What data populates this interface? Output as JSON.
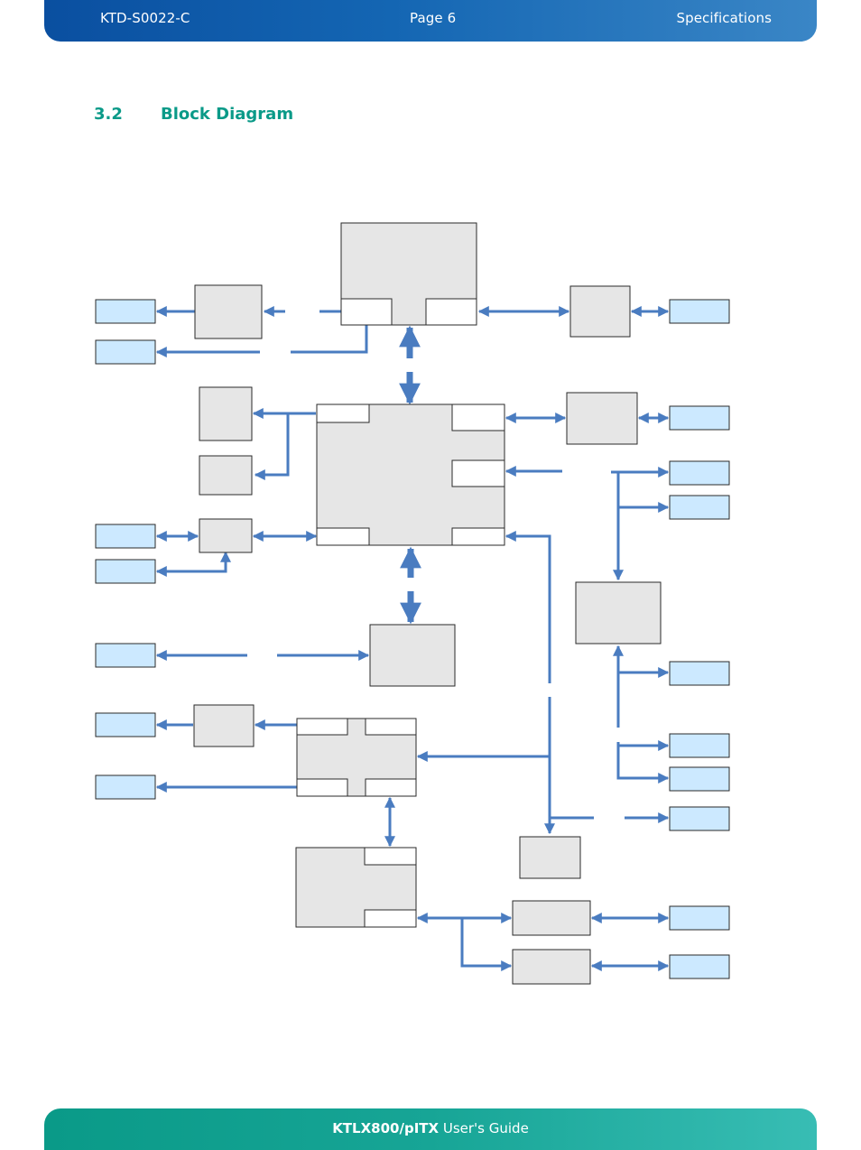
{
  "header": {
    "doc_id": "KTD-S0022-C",
    "page": "Page 6",
    "section": "Specifications"
  },
  "section": {
    "number": "3.2",
    "title": "Block Diagram"
  },
  "footer": {
    "product": "KTLX800/pITX",
    "guide": "User's Guide"
  },
  "colors": {
    "header_blue": "#0a4fa0",
    "title_teal": "#0a9a88",
    "footer_teal": "#17a596",
    "connector_blue": "#4a7cc0",
    "block_gray": "#e6e6e6",
    "interface_light_blue": "#cce9ff"
  }
}
